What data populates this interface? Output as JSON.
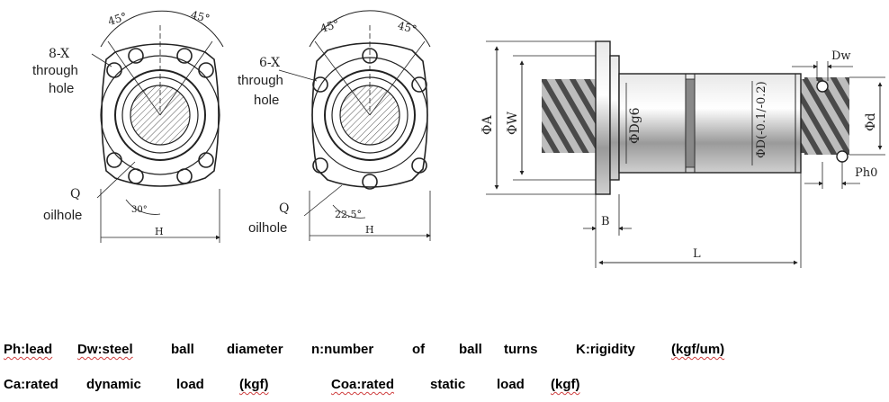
{
  "figure_left": {
    "angle_left": "45°",
    "angle_right": "45°",
    "holes_label": "8-X",
    "through": "through",
    "hole": "hole",
    "oil_symbol": "Q",
    "oil_label": "oilhole",
    "oil_angle": "30°",
    "width_label": "H"
  },
  "figure_middle": {
    "angle_left": "45°",
    "angle_right": "45°",
    "holes_label": "6-X",
    "through": "through",
    "hole": "hole",
    "oil_symbol": "Q",
    "oil_label": "oilhole",
    "oil_angle": "22.5°",
    "width_label": "H"
  },
  "figure_right": {
    "dia_a": "ΦA",
    "dia_w": "ΦW",
    "dia_dg6": "ΦDg6",
    "dia_d_tol": "ΦD(-0.1/-0.2)",
    "dia_d": "Φd",
    "ball_dw": "Dw",
    "lead_ph": "Ph0",
    "flange_b": "B",
    "length_l": "L"
  },
  "legend": {
    "line1": [
      "Ph:lead",
      "Dw:steel",
      "ball",
      "diameter",
      "n:number",
      "of",
      "ball",
      "turns",
      "K:rigidity",
      "(kgf/um)"
    ],
    "line2": [
      "Ca:rated",
      "dynamic",
      "load",
      "(kgf)",
      "Coa:rated",
      "static",
      "load",
      "(kgf)"
    ]
  }
}
